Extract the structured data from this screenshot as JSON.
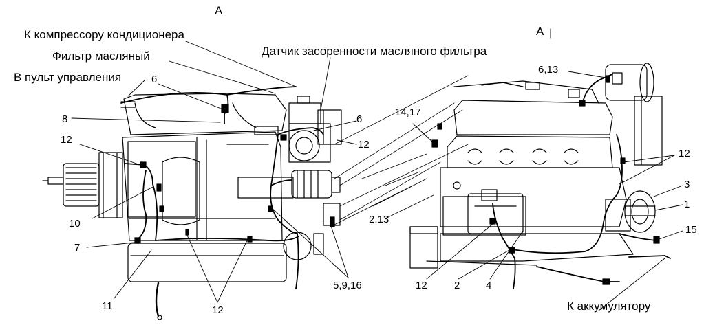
{
  "view_labels": {
    "view_a_left": "А",
    "view_a_right": "А"
  },
  "captions": {
    "compressor": "К компрессору кондиционера",
    "oil_filter": "Фильтр масляный",
    "control_panel": "В пульт управления",
    "filter_clog_sensor": "Датчик засоренности масляного фильтра",
    "battery": "К аккумулятору"
  },
  "callouts": {
    "c6_left": "6",
    "c8": "8",
    "c12_left_top": "12",
    "c10": "10",
    "c7": "7",
    "c11": "11",
    "c12_bottom": "12",
    "c5_9_16": "5,9,16",
    "c6_mid": "6",
    "c12_mid": "12",
    "c14_17": "14,17",
    "c2_13": "2,13",
    "c6_13": "6,13",
    "c12_right": "12",
    "c3": "3",
    "c1": "1",
    "c15": "15",
    "c12_lower_right": "12",
    "c2": "2",
    "c4": "4"
  }
}
